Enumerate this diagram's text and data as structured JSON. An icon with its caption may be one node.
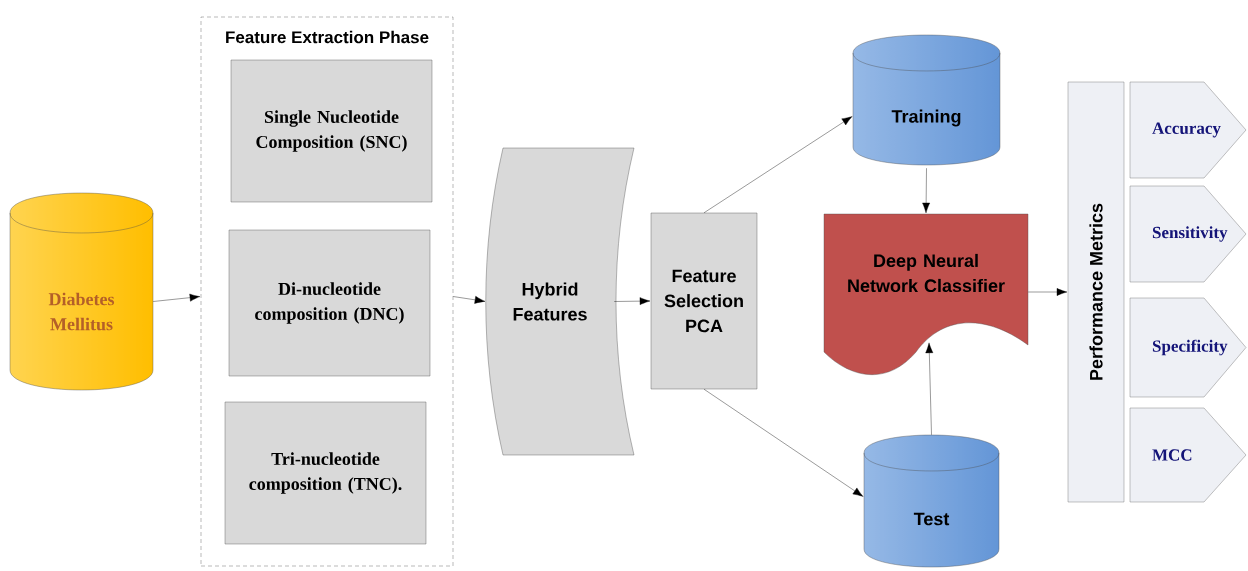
{
  "diagram": {
    "nodes": [
      {
        "text": [
          "Diabetes Mellitus"
        ]
      },
      {
        "text": [
          "Feature Extraction Phase"
        ]
      },
      {
        "text": [
          "Single Nucleotide Composition (SNC)"
        ],
        "in": 1
      },
      {
        "text": [
          "Di-nucleotide composition (DNC)"
        ],
        "in": 1
      },
      {
        "text": [
          "Tri-nucleotide composition (TNC)."
        ],
        "in": 1
      },
      {
        "text": [
          "Hybrid Features"
        ]
      },
      {
        "text": [
          "Feature Selection PCA"
        ]
      },
      {
        "text": [
          "Training"
        ]
      },
      {
        "text": [
          "Test"
        ]
      },
      {
        "text": [
          "Deep Neural Network Classifier"
        ]
      },
      {
        "text": [
          "Performance Metrics"
        ]
      },
      {
        "text": [
          "Accuracy"
        ]
      },
      {
        "text": [
          "Sensitivity"
        ]
      },
      {
        "text": [
          "Specificity"
        ]
      },
      {
        "text": [
          "MCC"
        ]
      }
    ],
    "edges": [
      {
        "from": 0,
        "to": 1,
        "arrow": "to"
      },
      {
        "from": 1,
        "to": 5,
        "arrow": "to"
      },
      {
        "from": 5,
        "to": 6,
        "arrow": "to"
      },
      {
        "from": 6,
        "to": 7,
        "arrow": "to"
      },
      {
        "from": 6,
        "to": 8,
        "arrow": "to"
      },
      {
        "from": 7,
        "to": 9,
        "arrow": "to"
      },
      {
        "from": 8,
        "to": 9,
        "arrow": "to"
      },
      {
        "from": 9,
        "to": 10,
        "arrow": "to"
      }
    ]
  }
}
